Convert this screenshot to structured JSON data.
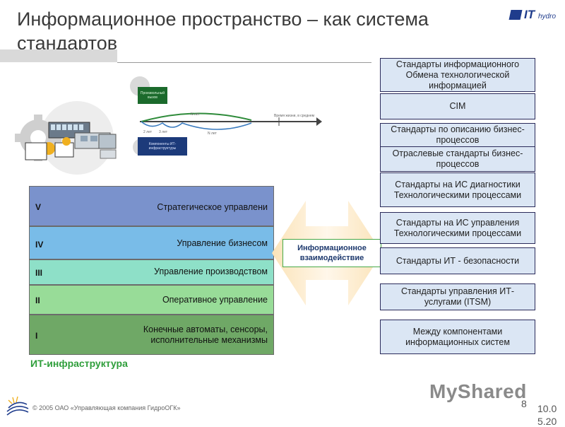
{
  "header": {
    "title_line1": "Информационное пространство – как система",
    "title_line2": "стандартов",
    "logo_text": "IT",
    "logo_sub": "hydro"
  },
  "diagram": {
    "box_top": "Произвольный вызов",
    "box_bottom": "Компоненты ИТ-инфраструктуры",
    "label_top": "N лет",
    "label_right": "Время жизни, в среднем",
    "label_a": "2 лет",
    "label_b": "3 лет",
    "label_c": "N лет"
  },
  "levels": [
    {
      "num": "V",
      "label": "Стратегическое управлени",
      "color": "#7a92cc"
    },
    {
      "num": "IV",
      "label": "Управление бизнесом",
      "color": "#79bce8"
    },
    {
      "num": "III",
      "label": "Управление производством",
      "color": "#8ee0c8"
    },
    {
      "num": "II",
      "label": "Оперативное управление",
      "color": "#98dc98"
    },
    {
      "num": "I",
      "label": "Конечные автоматы, сенсоры, исполнительные механизмы",
      "color": "#6fa866"
    }
  ],
  "infra_label": "ИТ-инфраструктура",
  "center_label": "Информационное взаимодействие",
  "standards": [
    "Стандарты информационного Обмена технологической информацией",
    "CIM",
    "Стандарты по описанию бизнес-процессов",
    "Отраслевые стандарты бизнес-процессов",
    "Стандарты на ИС диагностики Технологическими процессами",
    "Стандарты на ИС управления Технологическими процессами",
    "Стандарты ИТ - безопасности",
    "Стандарты управления ИТ-услугами (ITSM)",
    "Между компонентами информационных систем"
  ],
  "footer": {
    "copyright": "© 2005 ОАО «Управляющая компания ГидроОГК»",
    "page": "8",
    "date1": "10.0",
    "date2": "5.20"
  },
  "watermark": "MyShared"
}
